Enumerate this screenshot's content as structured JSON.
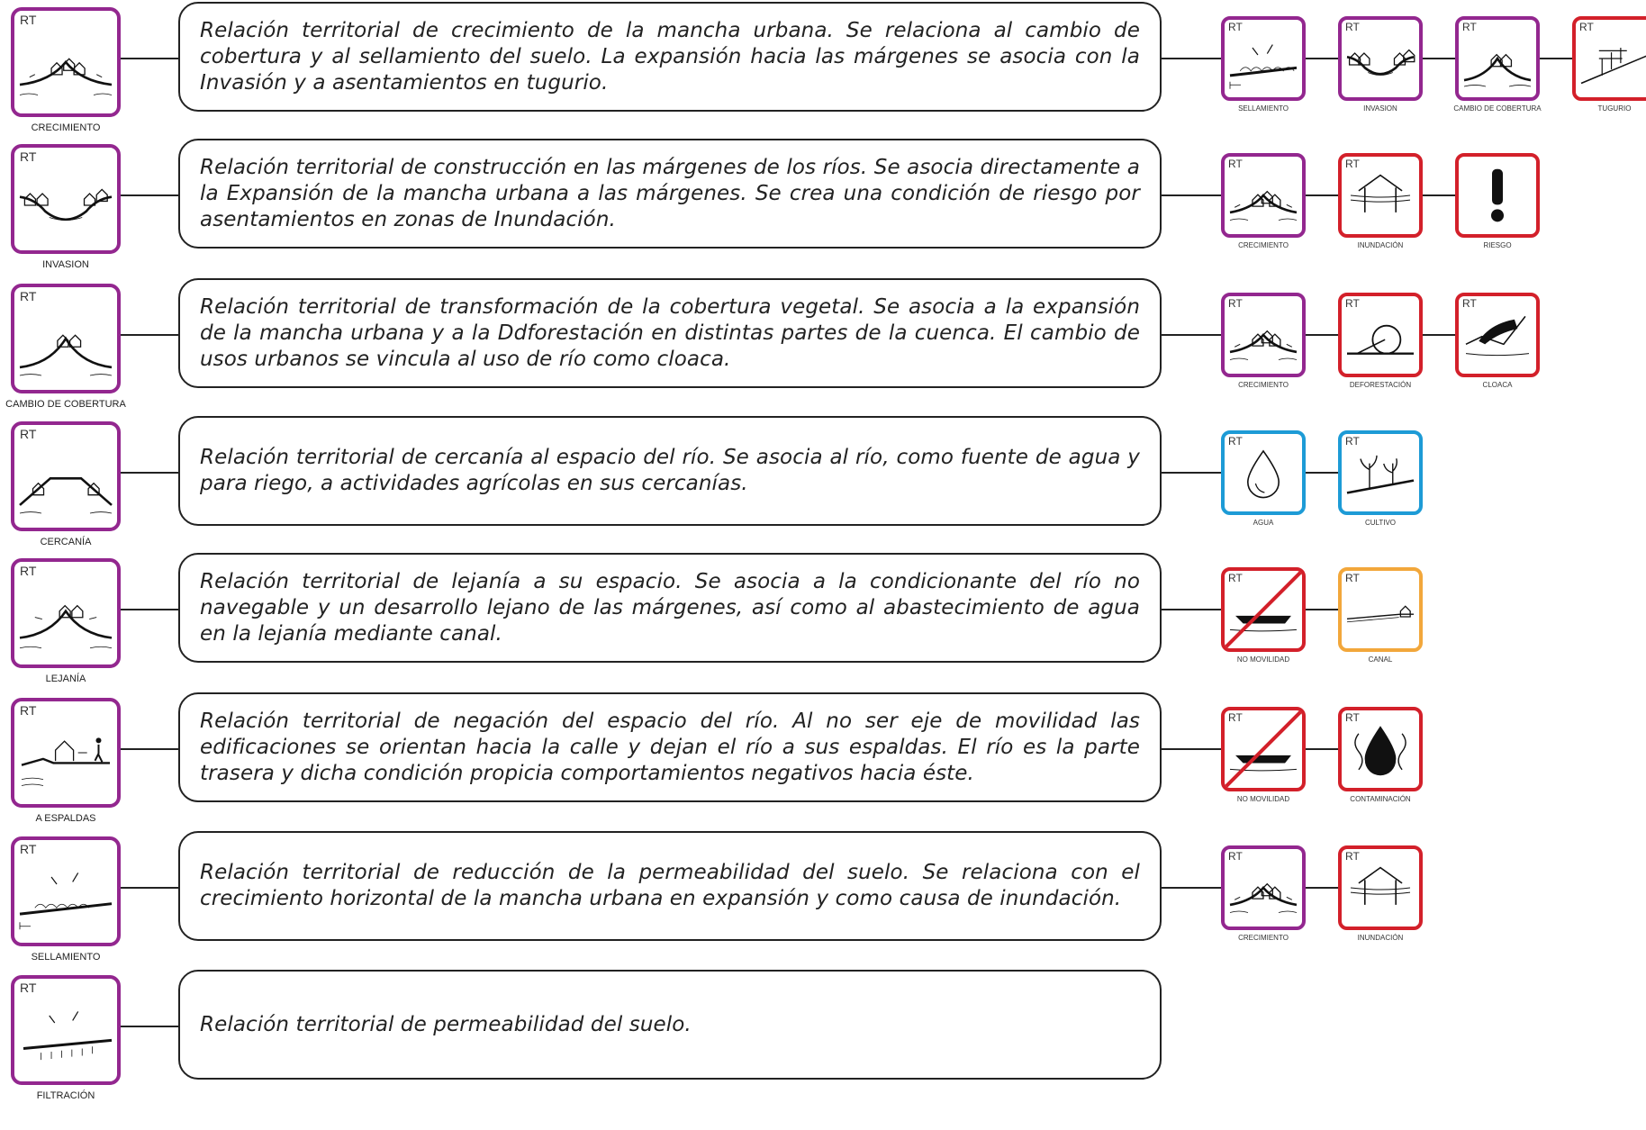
{
  "rows": [
    {
      "rt": "RT",
      "label": "CRECIMIENTO",
      "icon": "crecimiento-icon",
      "text": "Relación territorial de crecimiento de la mancha urbana. Se relaciona al cambio de cobertura y al sellamiento  del suelo. La expansión hacia las márgenes se asocia con la Invasión y a asentamientos en tugurio.",
      "related": [
        {
          "rt": "RT",
          "label": "SELLAMIENTO",
          "icon": "sellamiento-icon",
          "color": "#93278f"
        },
        {
          "rt": "RT",
          "label": "INVASION",
          "icon": "invasion-icon",
          "color": "#93278f"
        },
        {
          "rt": "RT",
          "label": "CAMBIO DE COBERTURA",
          "icon": "cambio-cobertura-icon",
          "color": "#93278f"
        },
        {
          "rt": "RT",
          "label": "TUGURIO",
          "icon": "tugurio-icon",
          "color": "#d3202a"
        }
      ]
    },
    {
      "rt": "RT",
      "label": "INVASION",
      "icon": "invasion-icon",
      "text": "Relación territorial de construcción en las márgenes de los ríos. Se asocia directamente a la Expansión de la mancha urbana a las márgenes. Se crea una condición de riesgo por asentamientos en zonas de Inundación.",
      "related": [
        {
          "rt": "RT",
          "label": "CRECIMIENTO",
          "icon": "crecimiento-icon",
          "color": "#93278f"
        },
        {
          "rt": "RT",
          "label": "INUNDACIÓN",
          "icon": "inundacion-icon",
          "color": "#d3202a"
        },
        {
          "rt": "",
          "label": "RIESGO",
          "icon": "riesgo-icon",
          "color": "#d3202a"
        }
      ]
    },
    {
      "rt": "RT",
      "label": "CAMBIO DE COBERTURA",
      "icon": "cambio-cobertura-icon",
      "text": "Relación territorial de transformación de la cobertura vegetal. Se asocia a la expansión de la mancha urbana y a la Ddforestación en distintas partes de la cuenca. El cambio de usos urbanos se vincula al uso de río como cloaca.",
      "related": [
        {
          "rt": "RT",
          "label": "CRECIMIENTO",
          "icon": "crecimiento-icon",
          "color": "#93278f"
        },
        {
          "rt": "RT",
          "label": "DEFORESTACIÓN",
          "icon": "deforestacion-icon",
          "color": "#d3202a"
        },
        {
          "rt": "RT",
          "label": "CLOACA",
          "icon": "cloaca-icon",
          "color": "#d3202a"
        }
      ]
    },
    {
      "rt": "RT",
      "label": "CERCANÍA",
      "icon": "cercania-icon",
      "text": "Relación territorial de cercanía al espacio del río. Se asocia al río, como fuente de agua y para riego, a actividades agrícolas en sus cercanías.",
      "related": [
        {
          "rt": "RT",
          "label": "AGUA",
          "icon": "agua-icon",
          "color": "#1d9bd6"
        },
        {
          "rt": "RT",
          "label": "CULTIVO",
          "icon": "cultivo-icon",
          "color": "#1d9bd6"
        }
      ]
    },
    {
      "rt": "RT",
      "label": "LEJANÍA",
      "icon": "lejania-icon",
      "text": "Relación territorial de lejanía a su espacio. Se asocia a la condicionante del río no navegable y un desarrollo lejano de las márgenes, así como al abastecimiento de agua en la lejanía mediante canal.",
      "related": [
        {
          "rt": "RT",
          "label": "NO MOVILIDAD",
          "icon": "no-movilidad-icon",
          "color": "#d3202a"
        },
        {
          "rt": "RT",
          "label": "CANAL",
          "icon": "canal-icon",
          "color": "#f2a73b"
        }
      ]
    },
    {
      "rt": "RT",
      "label": "A ESPALDAS",
      "icon": "a-espaldas-icon",
      "text": "Relación territorial de negación del espacio del río. Al no ser eje de movilidad las edificaciones se orientan hacia la calle y dejan el río a sus espaldas. El río es la parte trasera y dicha condición propicia comportamientos negativos hacia éste.",
      "related": [
        {
          "rt": "RT",
          "label": "NO MOVILIDAD",
          "icon": "no-movilidad-icon",
          "color": "#d3202a"
        },
        {
          "rt": "RT",
          "label": "CONTAMINACIÓN",
          "icon": "contaminacion-icon",
          "color": "#d3202a"
        }
      ]
    },
    {
      "rt": "RT",
      "label": "SELLAMIENTO",
      "icon": "sellamiento-icon",
      "text": "Relación territorial de reducción de la permeabilidad del suelo. Se relaciona con el crecimiento horizontal de la mancha urbana en expansión y como causa de inundación.",
      "related": [
        {
          "rt": "RT",
          "label": "CRECIMIENTO",
          "icon": "crecimiento-icon",
          "color": "#93278f"
        },
        {
          "rt": "RT",
          "label": "INUNDACIÓN",
          "icon": "inundacion-icon",
          "color": "#d3202a"
        }
      ]
    },
    {
      "rt": "RT",
      "label": "FILTRACIÓN",
      "icon": "filtracion-icon",
      "text": "Relación territorial de permeabilidad del suelo.",
      "related": []
    }
  ]
}
